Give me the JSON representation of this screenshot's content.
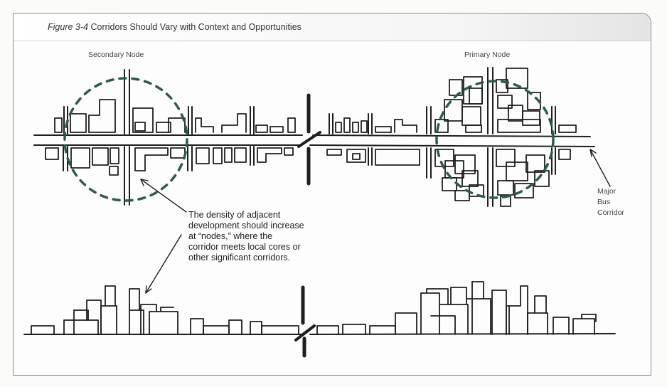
{
  "figure": {
    "title_lead": "Figure 3-4",
    "title_text": "Corridors Should Vary with Context and Opportunities"
  },
  "labels": {
    "secondary_node": "Secondary Node",
    "primary_node": "Primary Node",
    "bus_line1": "Major",
    "bus_line2": "Bus",
    "bus_line3": "Corridor"
  },
  "annotation": {
    "line1": "The density of adjacent",
    "line2": "development should increase",
    "line3": "at “nodes,” where the",
    "line4": "corridor meets local cores or",
    "line5": "other significant corridors."
  },
  "colors": {
    "ink": "#1e1e1e",
    "node_ring": "#2f5a4e",
    "frame": "#8d8d8d"
  }
}
